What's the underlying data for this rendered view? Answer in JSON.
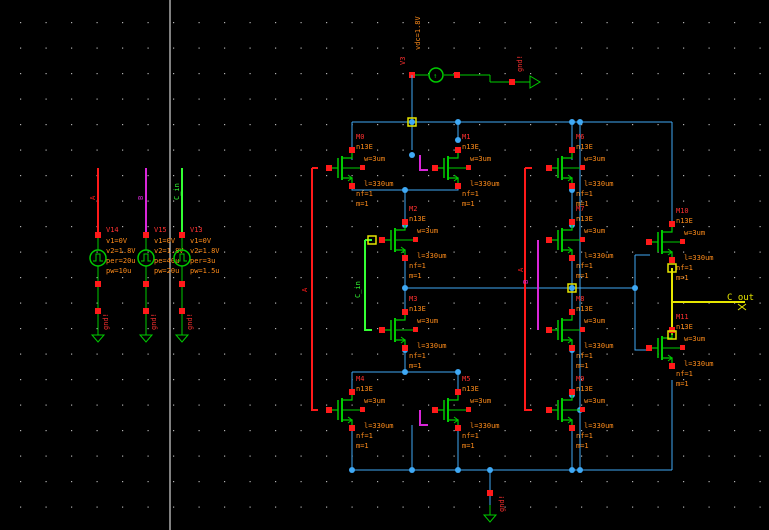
{
  "colors": {
    "background": "#000000",
    "grid": "#b0b0b0",
    "wire": "#3fa9f5",
    "device": "#00cc00",
    "pin": "#ff2020",
    "param": "#ff8c1a",
    "instance": "#ff3030",
    "net_red": "#ff1a1a",
    "net_magenta": "#d926d9",
    "net_green": "#33ff33",
    "net_yellow": "#e6e600",
    "cursor_line": "#ffffff"
  },
  "sources": {
    "vdd_label": "vdc=1.8V",
    "vdd_name": "V3",
    "gnd_label": "gnd!",
    "v14": {
      "name": "V14",
      "p1": "v1=0V",
      "p2": "v2=1.8V",
      "p3": "per=20u",
      "p4": "pw=10u",
      "net": "A"
    },
    "v15": {
      "name": "V15",
      "p1": "v1=0V",
      "p2": "v2=1.8V",
      "p3": "pe=40u",
      "p4": "pw=20u",
      "net": "B"
    },
    "v13": {
      "name": "V13",
      "p1": "v1=0V",
      "p2": "v2=1.8V",
      "p3": "per=3u",
      "p4": "pw=1.5u",
      "net": "C_in"
    }
  },
  "transistors": [
    {
      "name": "M0",
      "model": "n13E",
      "w": "w=3um",
      "l": "l=330um",
      "nf": "nf=1",
      "m": "m=1"
    },
    {
      "name": "M1",
      "model": "n13E",
      "w": "w=3um",
      "l": "l=330um",
      "nf": "nf=1",
      "m": "m=1"
    },
    {
      "name": "M2",
      "model": "n13E",
      "w": "w=3um",
      "l": "l=330um",
      "nf": "nf=1",
      "m": "m=1"
    },
    {
      "name": "M3",
      "model": "n13E",
      "w": "w=3um",
      "l": "l=330um",
      "nf": "nf=1",
      "m": "m=1"
    },
    {
      "name": "M4",
      "model": "n13E",
      "w": "w=3um",
      "l": "l=330um",
      "nf": "nf=1",
      "m": "m=1"
    },
    {
      "name": "M5",
      "model": "n13E",
      "w": "w=3um",
      "l": "l=330um",
      "nf": "nf=1",
      "m": "m=1"
    },
    {
      "name": "M6",
      "model": "n13E",
      "w": "w=3um",
      "l": "l=330um",
      "nf": "nf=1",
      "m": "m=1"
    },
    {
      "name": "M7",
      "model": "n13E",
      "w": "w=3um",
      "l": "l=330um",
      "nf": "nf=1",
      "m": "m=1"
    },
    {
      "name": "M8",
      "model": "n13E",
      "w": "w=3um",
      "l": "l=330um",
      "nf": "nf=1",
      "m": "m=1"
    },
    {
      "name": "M9",
      "model": "n13E",
      "w": "w=3um",
      "l": "l=330um",
      "nf": "nf=1",
      "m": "m=1"
    },
    {
      "name": "M10",
      "model": "n13E",
      "w": "w=3um",
      "l": "l=330um",
      "nf": "nf=1",
      "m": "m=1"
    },
    {
      "name": "M11",
      "model": "n13E",
      "w": "w=3um",
      "l": "l=330um",
      "nf": "nf=1",
      "m": "m=1"
    }
  ],
  "nets": {
    "a": "A",
    "b": "B",
    "c_in": "C_in",
    "c_out": "C_out"
  }
}
